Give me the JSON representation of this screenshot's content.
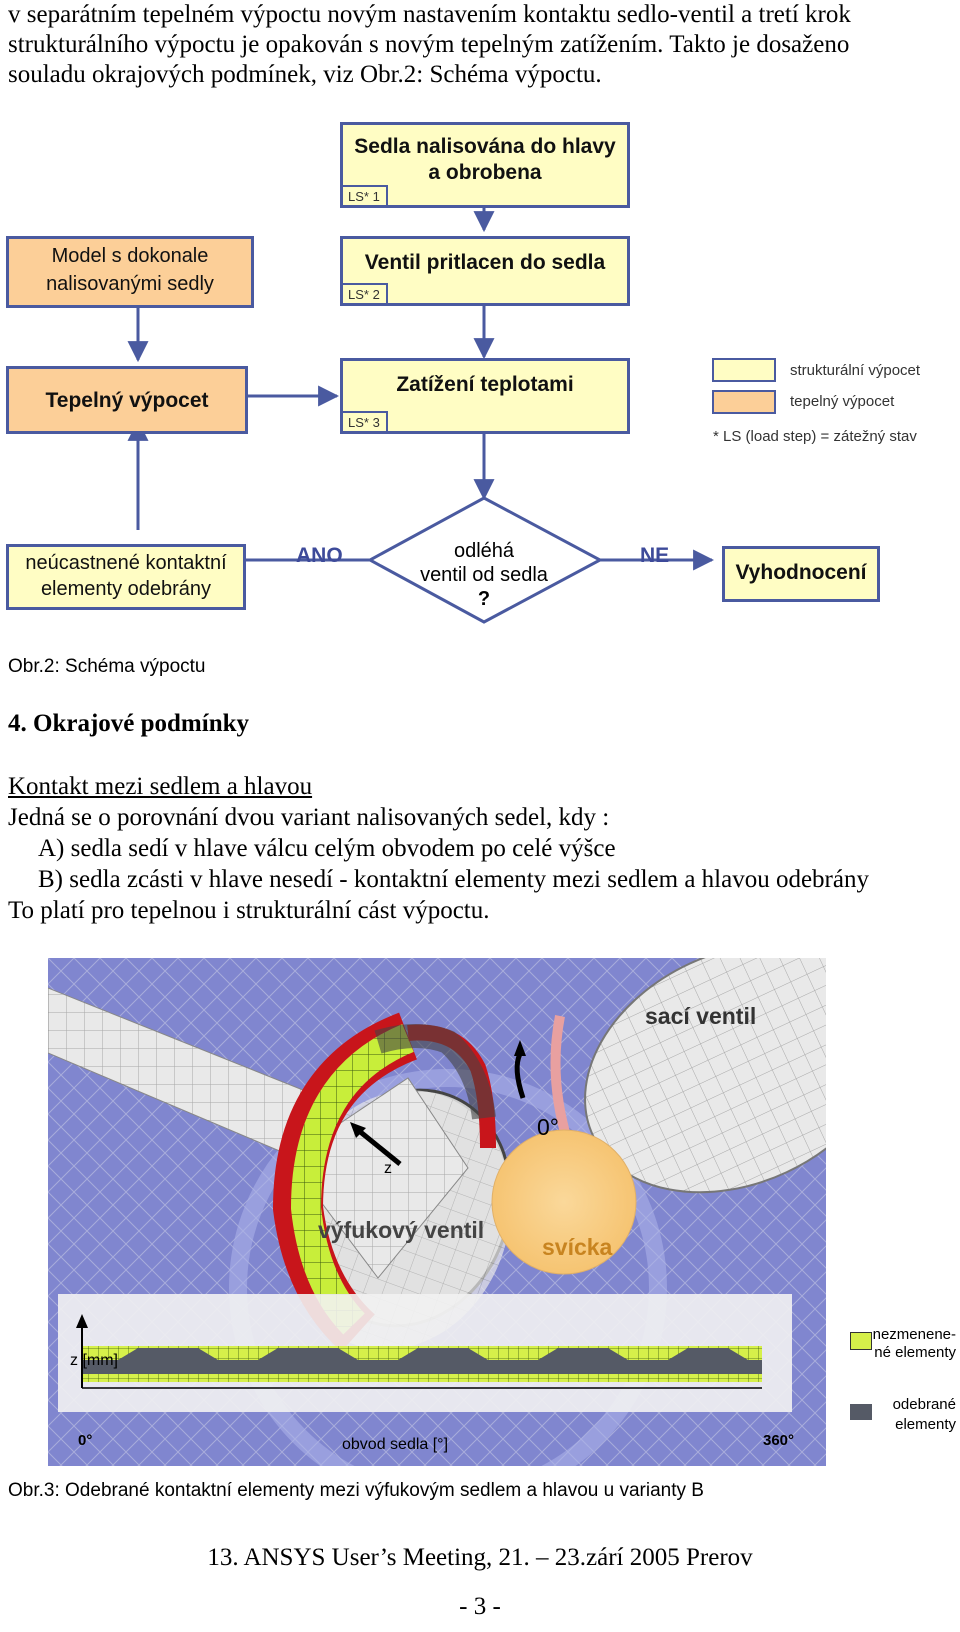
{
  "intro": {
    "line1": "v separátním tepelném výpoctu  novým  nastavením  kontaktu sedlo-ventil a tretí krok",
    "line2": "strukturálního výpoctu je opakován s novým tepelným zatížením. Takto je dosaženo",
    "line3": "souladu okrajových podmínek, viz Obr.2: Schéma výpoctu."
  },
  "flowchart": {
    "box_top": {
      "line1": "Sedla nalisována do hlavy",
      "line2": "a obrobena",
      "ls": "LS* 1"
    },
    "box_model": {
      "line1": "Model s dokonale",
      "line2": "nalisovanými sedly"
    },
    "box_ventil": {
      "label": "Ventil pritlacen do sedla",
      "ls": "LS* 2"
    },
    "box_tepelny": {
      "label": "Tepelný výpocet"
    },
    "box_zatizeni": {
      "label": "Zatížení teplotami",
      "ls": "LS* 3"
    },
    "legend": {
      "strukturalni": "strukturální výpocet",
      "tepelny": "tepelný výpocet",
      "note": "* LS (load step) = zátežný stav",
      "colors": {
        "strukturalni": "#fffdc4",
        "tepelny": "#fccf98"
      }
    },
    "box_neucastnene": {
      "line1": "neúcastnené kontaktní",
      "line2": "elementy odebrány"
    },
    "ano": "ANO",
    "ne": "NE",
    "diamond": {
      "line1": "odléhá",
      "line2": "ventil od sedla",
      "line3": "?"
    },
    "box_vyhodnoceni": {
      "label": "Vyhodnocení"
    },
    "caption": "Obr.2: Schéma výpoctu"
  },
  "section": {
    "heading": "4. Okrajové podmínky",
    "subheading": "Kontakt mezi sedlem a hlavou",
    "line1": "Jedná se o porovnání dvou variant nalisovaných sedel, kdy :",
    "itemA": "A) sedla sedí v hlave válcu celým obvodem po celé výšce",
    "itemB": "B) sedla zcásti v hlave nesedí - kontaktní elementy mezi sedlem a hlavou odebrány",
    "line2": "To platí pro tepelnou i strukturální cást výpoctu."
  },
  "figure3": {
    "saci_ventil": "sací ventil",
    "zero_top": "0°",
    "z_axis": "z",
    "vyfukovy_ventil": "výfukový ventil",
    "svicka": "svícka",
    "z_mm": "z [mm]",
    "zero_bottom": "0°",
    "obvod": "obvod sedla [°]",
    "deg360": "360°",
    "legend_nezmenene_1": "nezmenene-",
    "legend_nezmenene_2": "né elementy",
    "legend_odebrane_1": "odebrané",
    "legend_odebrane_2": "elementy",
    "colors": {
      "unchanged": "#d8f050",
      "removed": "#555a66"
    },
    "caption": "Obr.3: Odebrané kontaktní elementy mezi výfukovým sedlem a hlavou u varianty B"
  },
  "footer": {
    "meeting": "13. ANSYS User’s Meeting, 21. – 23.zárí 2005 Prerov",
    "page": "- 3 -"
  }
}
